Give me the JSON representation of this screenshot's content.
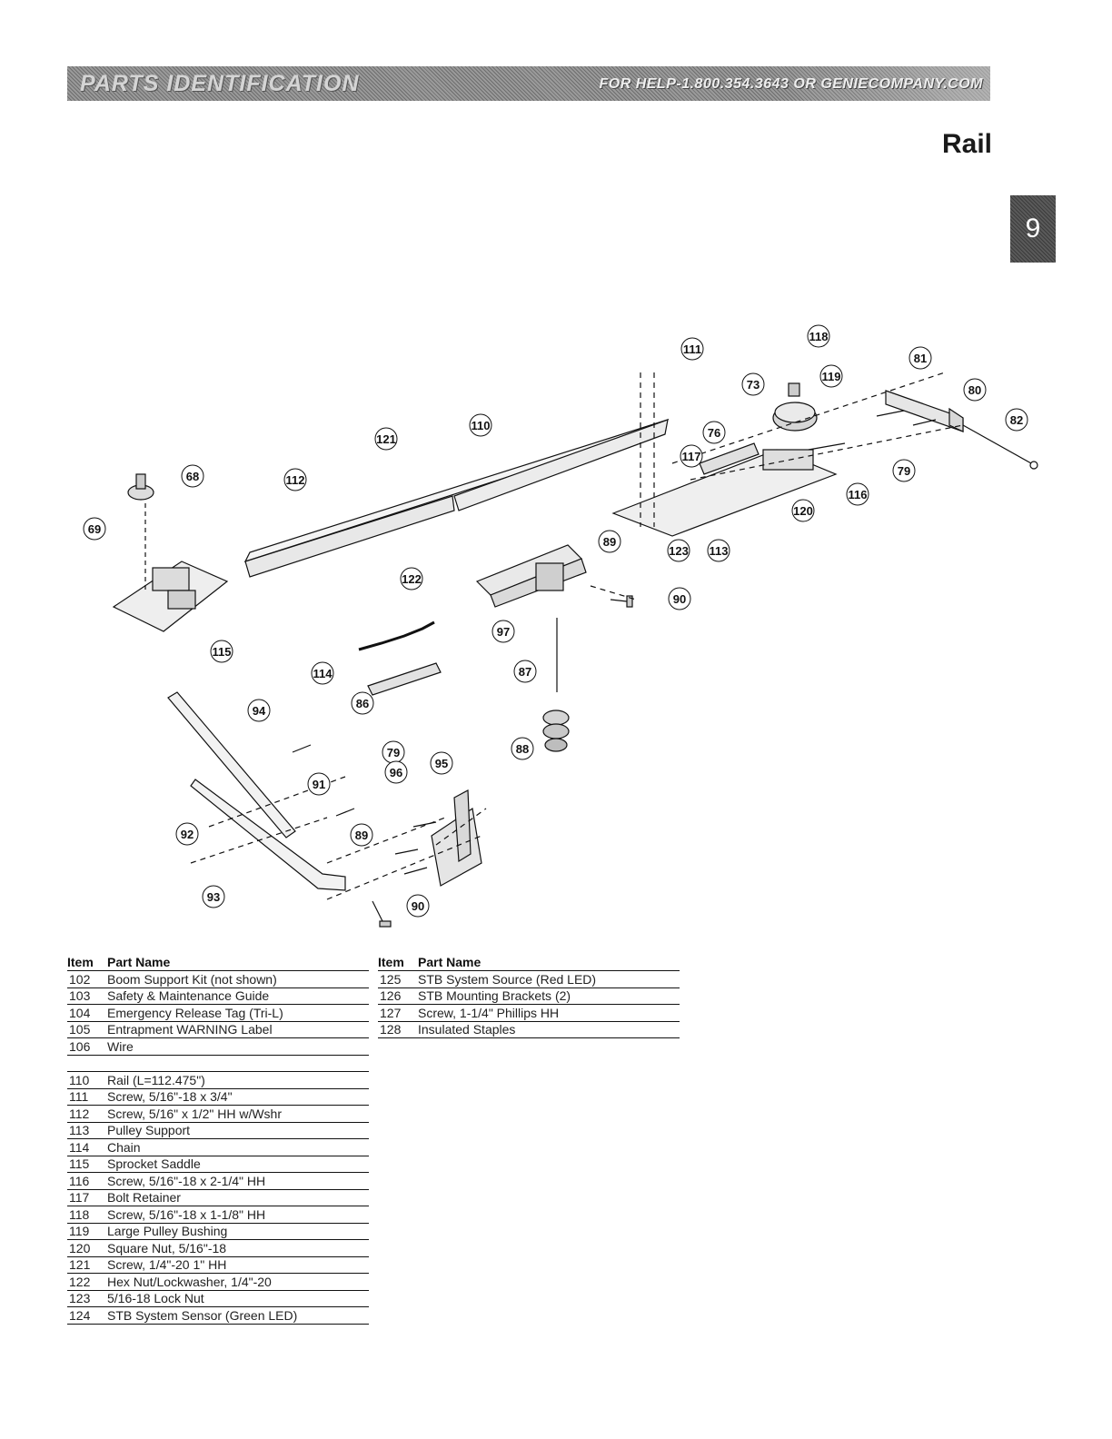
{
  "header": {
    "title": "PARTS IDENTIFICATION",
    "help": "FOR HELP-1.800.354.3643 OR GENIECOMPANY.COM"
  },
  "page_title": "Rail",
  "chapter_tab": "9",
  "callouts": [
    {
      "id": "c69",
      "label": "69"
    },
    {
      "id": "c68",
      "label": "68"
    },
    {
      "id": "c115",
      "label": "115"
    },
    {
      "id": "c112",
      "label": "112"
    },
    {
      "id": "c121",
      "label": "121"
    },
    {
      "id": "c122",
      "label": "122"
    },
    {
      "id": "c110",
      "label": "110"
    },
    {
      "id": "c111",
      "label": "111"
    },
    {
      "id": "c114",
      "label": "114"
    },
    {
      "id": "c86",
      "label": "86"
    },
    {
      "id": "c97",
      "label": "97"
    },
    {
      "id": "c87",
      "label": "87"
    },
    {
      "id": "c88",
      "label": "88"
    },
    {
      "id": "c89a",
      "label": "89"
    },
    {
      "id": "c90a",
      "label": "90"
    },
    {
      "id": "c123",
      "label": "123"
    },
    {
      "id": "c113",
      "label": "113"
    },
    {
      "id": "c117",
      "label": "117"
    },
    {
      "id": "c76",
      "label": "76"
    },
    {
      "id": "c73",
      "label": "73"
    },
    {
      "id": "c118",
      "label": "118"
    },
    {
      "id": "c119",
      "label": "119"
    },
    {
      "id": "c120",
      "label": "120"
    },
    {
      "id": "c116",
      "label": "116"
    },
    {
      "id": "c81",
      "label": "81"
    },
    {
      "id": "c80",
      "label": "80"
    },
    {
      "id": "c82",
      "label": "82"
    },
    {
      "id": "c79a",
      "label": "79"
    },
    {
      "id": "c94",
      "label": "94"
    },
    {
      "id": "c91",
      "label": "91"
    },
    {
      "id": "c92",
      "label": "92"
    },
    {
      "id": "c93",
      "label": "93"
    },
    {
      "id": "c89b",
      "label": "89"
    },
    {
      "id": "c90b",
      "label": "90"
    },
    {
      "id": "c79b",
      "label": "79"
    },
    {
      "id": "c96",
      "label": "96"
    },
    {
      "id": "c95",
      "label": "95"
    }
  ],
  "table_left": {
    "col_item": "Item",
    "col_name": "Part Name",
    "group1": [
      {
        "item": "102",
        "name": "Boom Support Kit (not shown)"
      },
      {
        "item": "103",
        "name": "Safety & Maintenance Guide"
      },
      {
        "item": "104",
        "name": "Emergency Release Tag (Tri-L)"
      },
      {
        "item": "105",
        "name": "Entrapment WARNING Label"
      },
      {
        "item": "106",
        "name": "Wire"
      }
    ],
    "group2": [
      {
        "item": "110",
        "name": "Rail (L=112.475\")"
      },
      {
        "item": "111",
        "name": "Screw, 5/16\"-18 x 3/4\""
      },
      {
        "item": "112",
        "name": "Screw, 5/16\" x 1/2\" HH w/Wshr"
      },
      {
        "item": "113",
        "name": "Pulley Support"
      },
      {
        "item": "114",
        "name": "Chain"
      },
      {
        "item": "115",
        "name": "Sprocket Saddle"
      },
      {
        "item": "116",
        "name": "Screw, 5/16\"-18 x 2-1/4\" HH"
      },
      {
        "item": "117",
        "name": "Bolt Retainer"
      },
      {
        "item": "118",
        "name": "Screw, 5/16\"-18 x 1-1/8\" HH"
      },
      {
        "item": "119",
        "name": "Large Pulley Bushing"
      },
      {
        "item": "120",
        "name": "Square Nut, 5/16\"-18"
      },
      {
        "item": "121",
        "name": "Screw, 1/4\"-20 1\" HH"
      },
      {
        "item": "122",
        "name": "Hex Nut/Lockwasher, 1/4\"-20"
      },
      {
        "item": "123",
        "name": "5/16-18 Lock Nut"
      },
      {
        "item": "124",
        "name": "STB System Sensor (Green LED)"
      }
    ]
  },
  "table_right": {
    "col_item": "Item",
    "col_name": "Part Name",
    "rows": [
      {
        "item": "125",
        "name": "STB System Source (Red LED)"
      },
      {
        "item": "126",
        "name": "STB Mounting Brackets (2)"
      },
      {
        "item": "127",
        "name": "Screw, 1-1/4\" Phillips HH"
      },
      {
        "item": "128",
        "name": "Insulated Staples"
      }
    ]
  }
}
